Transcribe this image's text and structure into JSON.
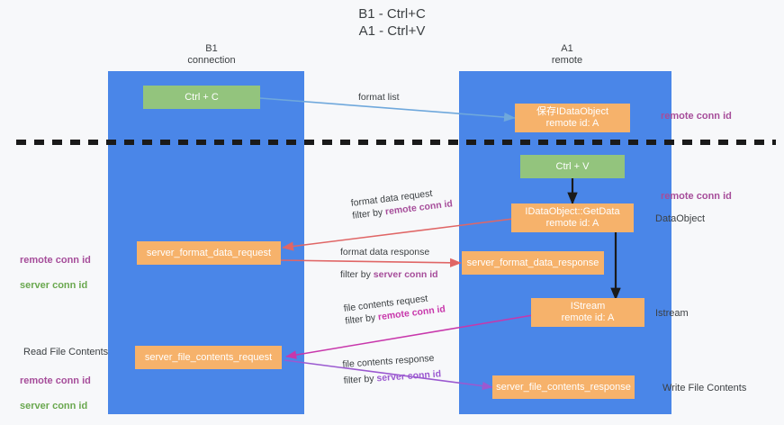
{
  "title": "B1 - Ctrl+C\nA1 - Ctrl+V",
  "lanes": [
    {
      "id": "left",
      "header": "B1\nconnection"
    },
    {
      "id": "right",
      "header": "A1\nremote"
    }
  ],
  "boxes": {
    "ctrl_c": "Ctrl + C",
    "ctrl_v": "Ctrl + V",
    "idataobject_remote": "保存IDataObject\nremote id: A",
    "idataobject_getdata": "IDataObject::GetData\nremote id: A",
    "istream_remote": "IStream\nremote id: A",
    "server_format_data_request": "server_format_data_request",
    "server_format_data_response": "server_format_data_response",
    "server_file_contents_request": "server_file_contents_request",
    "server_file_contents_response": "server_file_contents_response"
  },
  "edge_labels": {
    "format_list": "format list",
    "format_data_request": "format data request",
    "format_data_request_filter_prefix": "filter by ",
    "format_data_request_filter_value": "remote conn id",
    "format_data_response": "format data response",
    "format_data_response_filter_prefix": "filter by ",
    "format_data_response_filter_value": "server conn id",
    "file_contents_request": "file contents request",
    "file_contents_request_filter_prefix": "filter by ",
    "file_contents_request_filter_value": "remote conn id",
    "file_contents_response": "file contents response",
    "file_contents_response_filter_prefix": "filter by ",
    "file_contents_response_filter_value": "server conn id"
  },
  "annotations": {
    "right_remote_conn_id_top": "remote conn id",
    "right_remote_conn_id_mid": "remote conn id",
    "right_dataobject": "DataObject",
    "right_istream": "Istream",
    "right_write_file_contents": "Write File Contents",
    "left_read_file_contents": "Read File Contents",
    "left_remote_conn_id": "remote conn id",
    "left_server_conn_id": "server conn id",
    "left_remote_conn_id_2": "remote conn id",
    "left_server_conn_id_2": "server conn id"
  },
  "colors": {
    "lane": "#4a86e8",
    "green_box": "#93c47d",
    "orange_box": "#f6b26b",
    "purple_text": "#a64d9a",
    "green_text": "#6aa84f",
    "magenta_arrow": "#c837ab",
    "violet_arrow": "#9b59d0",
    "red_arrow": "#e06666",
    "lightblue_arrow": "#6fa8dc",
    "black_arrow": "#1a1a1a",
    "background": "#f7f8fa"
  }
}
